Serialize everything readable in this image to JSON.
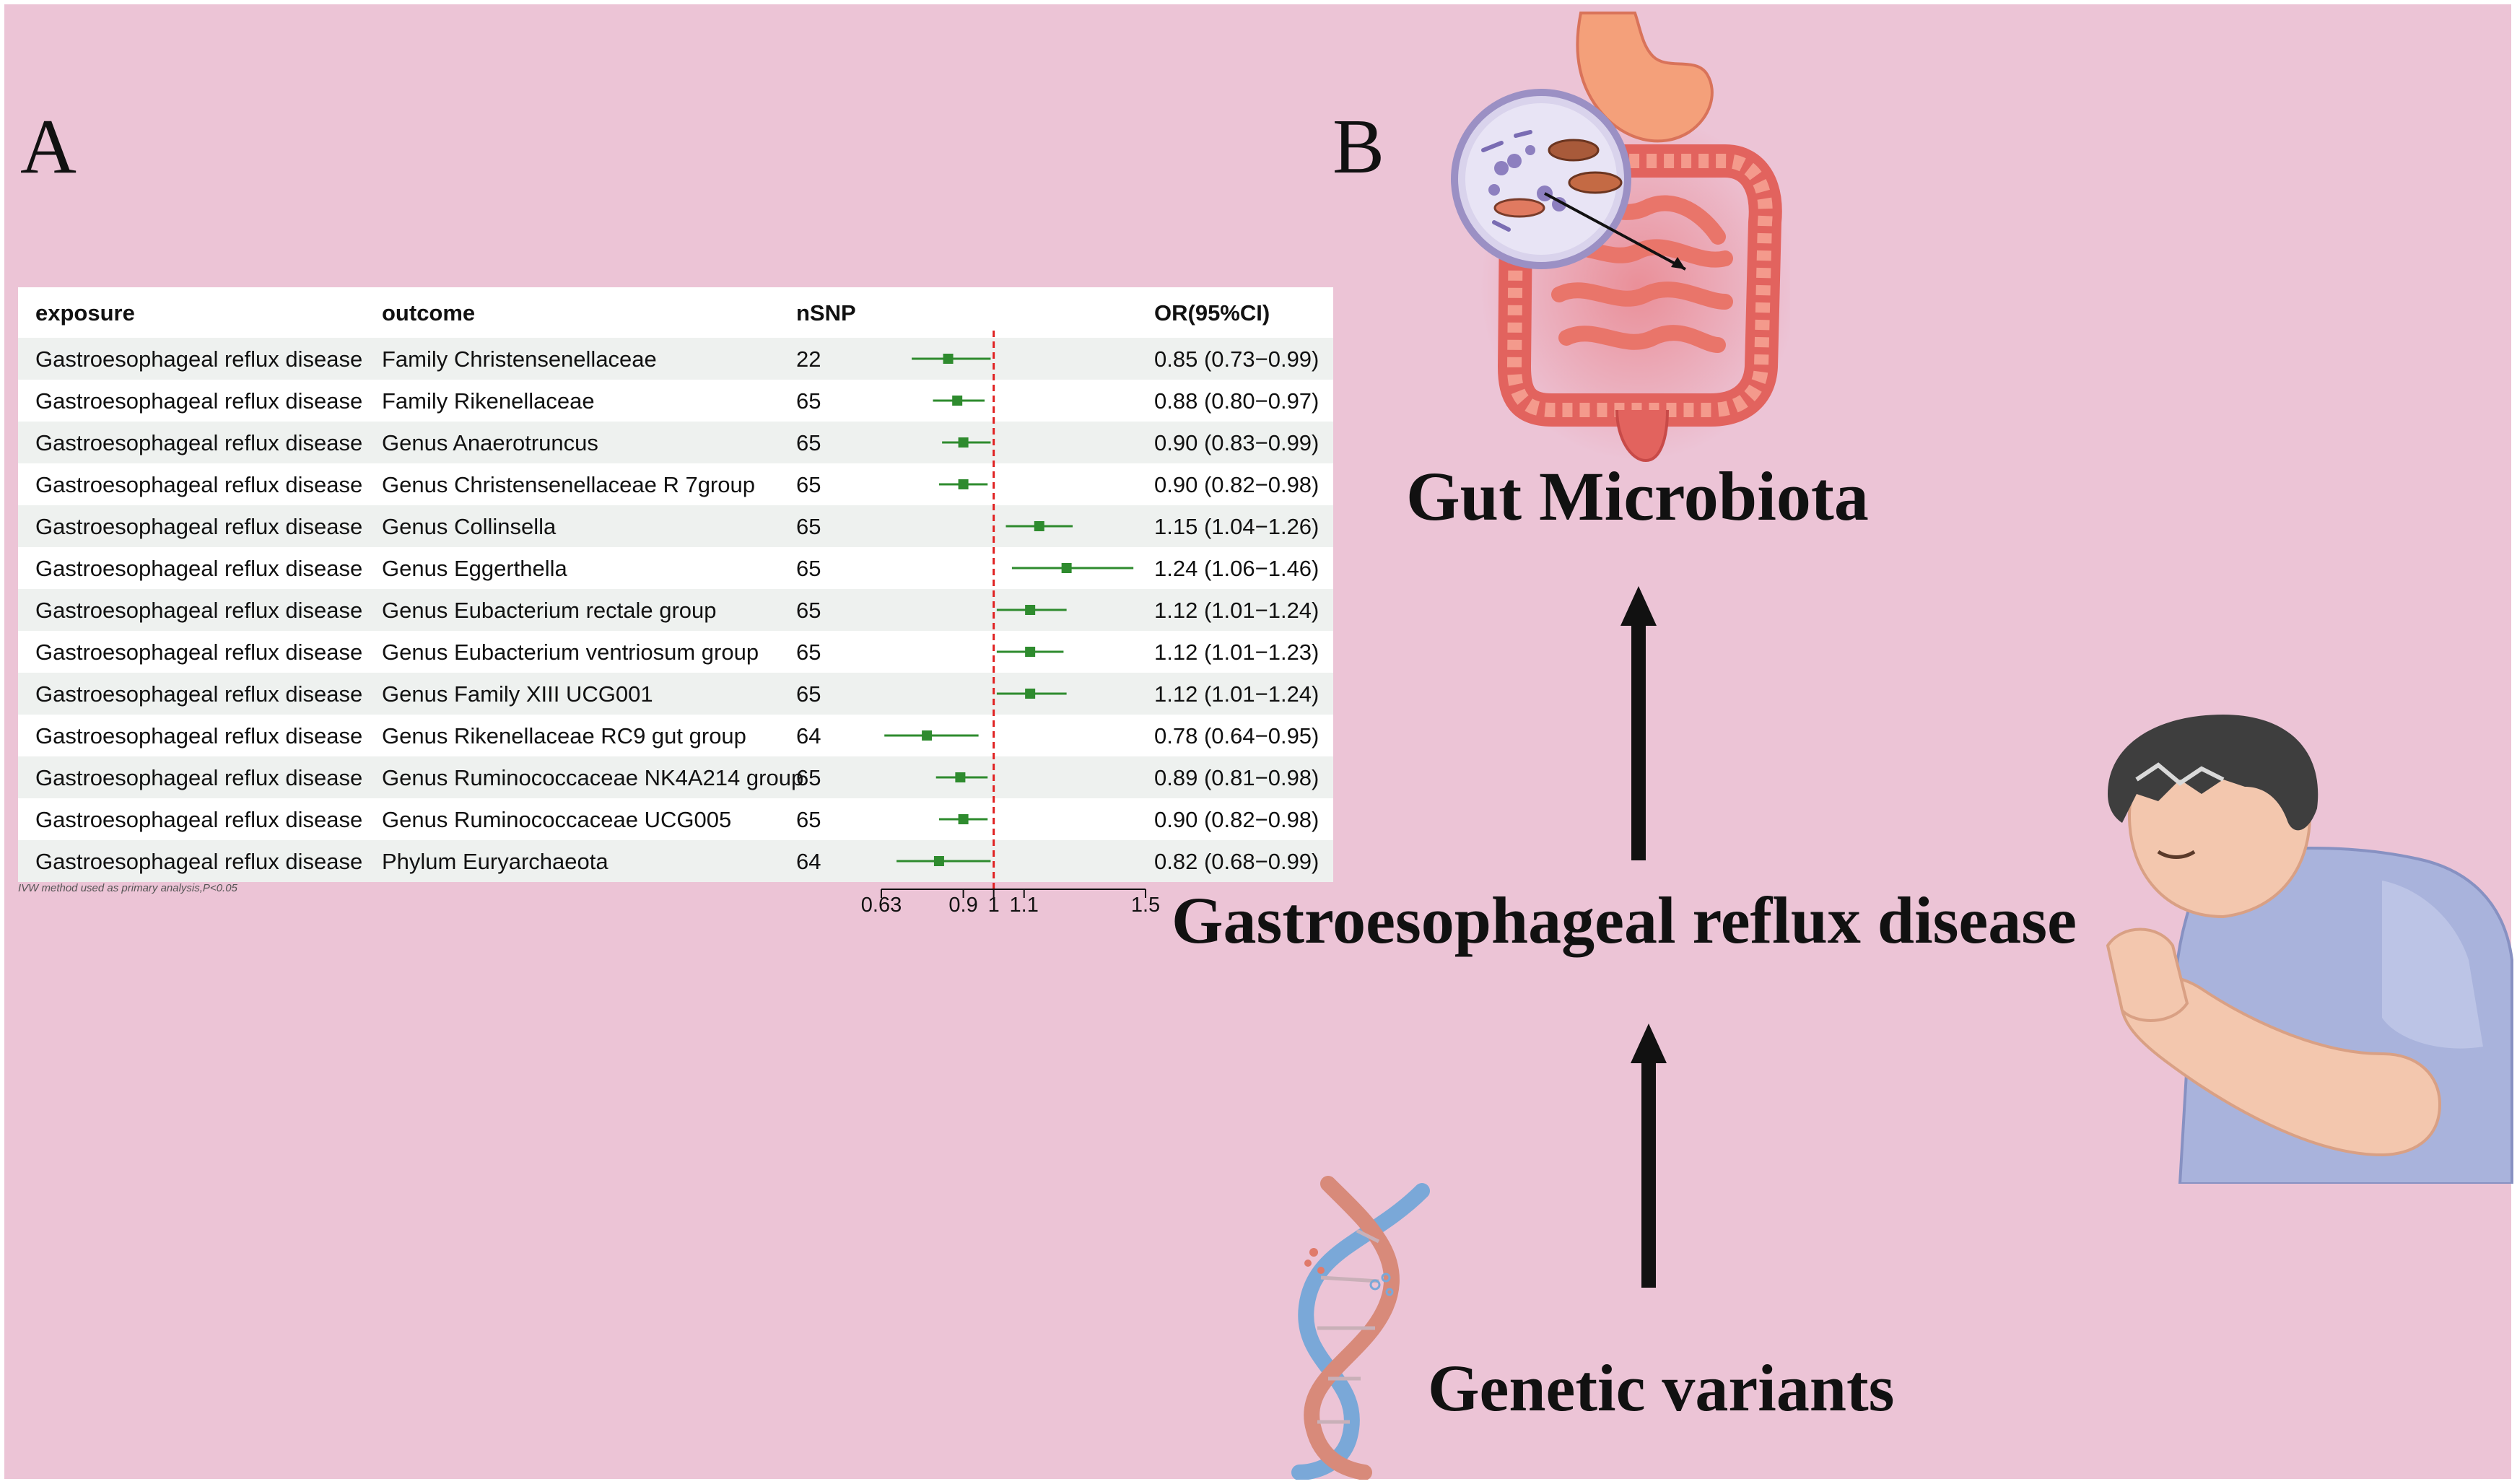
{
  "panels": {
    "a_letter": "A",
    "b_letter": "B"
  },
  "table": {
    "headers": {
      "exposure": "exposure",
      "outcome": "outcome",
      "nsnp": "nSNP",
      "or": "OR(95%CI)"
    },
    "footnote": "IVW method used as primary analysis,P<0.05"
  },
  "chart_data": {
    "type": "forest",
    "reference_line": 1,
    "reference_style": "dashed red",
    "xlim": [
      0.63,
      1.5
    ],
    "x_ticks": [
      0.63,
      0.9,
      1,
      1.1,
      1.5
    ],
    "x_tick_labels": [
      "0.63",
      "0.9",
      "1",
      "1.1",
      "1.5"
    ],
    "marker_color": "#2e8b2e",
    "rows": [
      {
        "exposure": "Gastroesophageal reflux disease",
        "outcome": "Family Christensenellaceae",
        "nsnp": "22",
        "or": 0.85,
        "lo": 0.73,
        "hi": 0.99,
        "or_text": "0.85 (0.73−0.99)"
      },
      {
        "exposure": "Gastroesophageal reflux disease",
        "outcome": "Family Rikenellaceae",
        "nsnp": "65",
        "or": 0.88,
        "lo": 0.8,
        "hi": 0.97,
        "or_text": "0.88 (0.80−0.97)"
      },
      {
        "exposure": "Gastroesophageal reflux disease",
        "outcome": "Genus Anaerotruncus",
        "nsnp": "65",
        "or": 0.9,
        "lo": 0.83,
        "hi": 0.99,
        "or_text": "0.90 (0.83−0.99)"
      },
      {
        "exposure": "Gastroesophageal reflux disease",
        "outcome": "Genus Christensenellaceae R 7group",
        "nsnp": "65",
        "or": 0.9,
        "lo": 0.82,
        "hi": 0.98,
        "or_text": "0.90 (0.82−0.98)"
      },
      {
        "exposure": "Gastroesophageal reflux disease",
        "outcome": "Genus Collinsella",
        "nsnp": "65",
        "or": 1.15,
        "lo": 1.04,
        "hi": 1.26,
        "or_text": "1.15 (1.04−1.26)"
      },
      {
        "exposure": "Gastroesophageal reflux disease",
        "outcome": "Genus Eggerthella",
        "nsnp": "65",
        "or": 1.24,
        "lo": 1.06,
        "hi": 1.46,
        "or_text": "1.24 (1.06−1.46)"
      },
      {
        "exposure": "Gastroesophageal reflux disease",
        "outcome": "Genus Eubacterium rectale group",
        "nsnp": "65",
        "or": 1.12,
        "lo": 1.01,
        "hi": 1.24,
        "or_text": "1.12 (1.01−1.24)"
      },
      {
        "exposure": "Gastroesophageal reflux disease",
        "outcome": "Genus Eubacterium ventriosum group",
        "nsnp": "65",
        "or": 1.12,
        "lo": 1.01,
        "hi": 1.23,
        "or_text": "1.12 (1.01−1.23)"
      },
      {
        "exposure": "Gastroesophageal reflux disease",
        "outcome": "Genus Family XIII UCG001",
        "nsnp": "65",
        "or": 1.12,
        "lo": 1.01,
        "hi": 1.24,
        "or_text": "1.12 (1.01−1.24)"
      },
      {
        "exposure": "Gastroesophageal reflux disease",
        "outcome": "Genus Rikenellaceae RC9 gut group",
        "nsnp": "64",
        "or": 0.78,
        "lo": 0.64,
        "hi": 0.95,
        "or_text": "0.78 (0.64−0.95)"
      },
      {
        "exposure": "Gastroesophageal reflux disease",
        "outcome": "Genus Ruminococcaceae NK4A214 group",
        "nsnp": "65",
        "or": 0.89,
        "lo": 0.81,
        "hi": 0.98,
        "or_text": "0.89 (0.81−0.98)"
      },
      {
        "exposure": "Gastroesophageal reflux disease",
        "outcome": "Genus Ruminococcaceae UCG005",
        "nsnp": "65",
        "or": 0.9,
        "lo": 0.82,
        "hi": 0.98,
        "or_text": "0.90 (0.82−0.98)"
      },
      {
        "exposure": "Gastroesophageal reflux disease",
        "outcome": "Phylum Euryarchaeota",
        "nsnp": "64",
        "or": 0.82,
        "lo": 0.68,
        "hi": 0.99,
        "or_text": "0.82 (0.68−0.99)"
      }
    ]
  },
  "diagram": {
    "top_label": "Gut Microbiota",
    "middle_label": "Gastroesophageal reflux disease",
    "bottom_label": "Genetic variants"
  },
  "illustrations": {
    "gut_icon": "intestine-with-microbe-magnifier",
    "person_icon": "coughing-man",
    "dna_icon": "dna-helix"
  },
  "colors": {
    "background": "#ecc4d6",
    "band": "#eef1ef",
    "ci_green": "#2e8b2e",
    "ref_red": "#e02020"
  }
}
